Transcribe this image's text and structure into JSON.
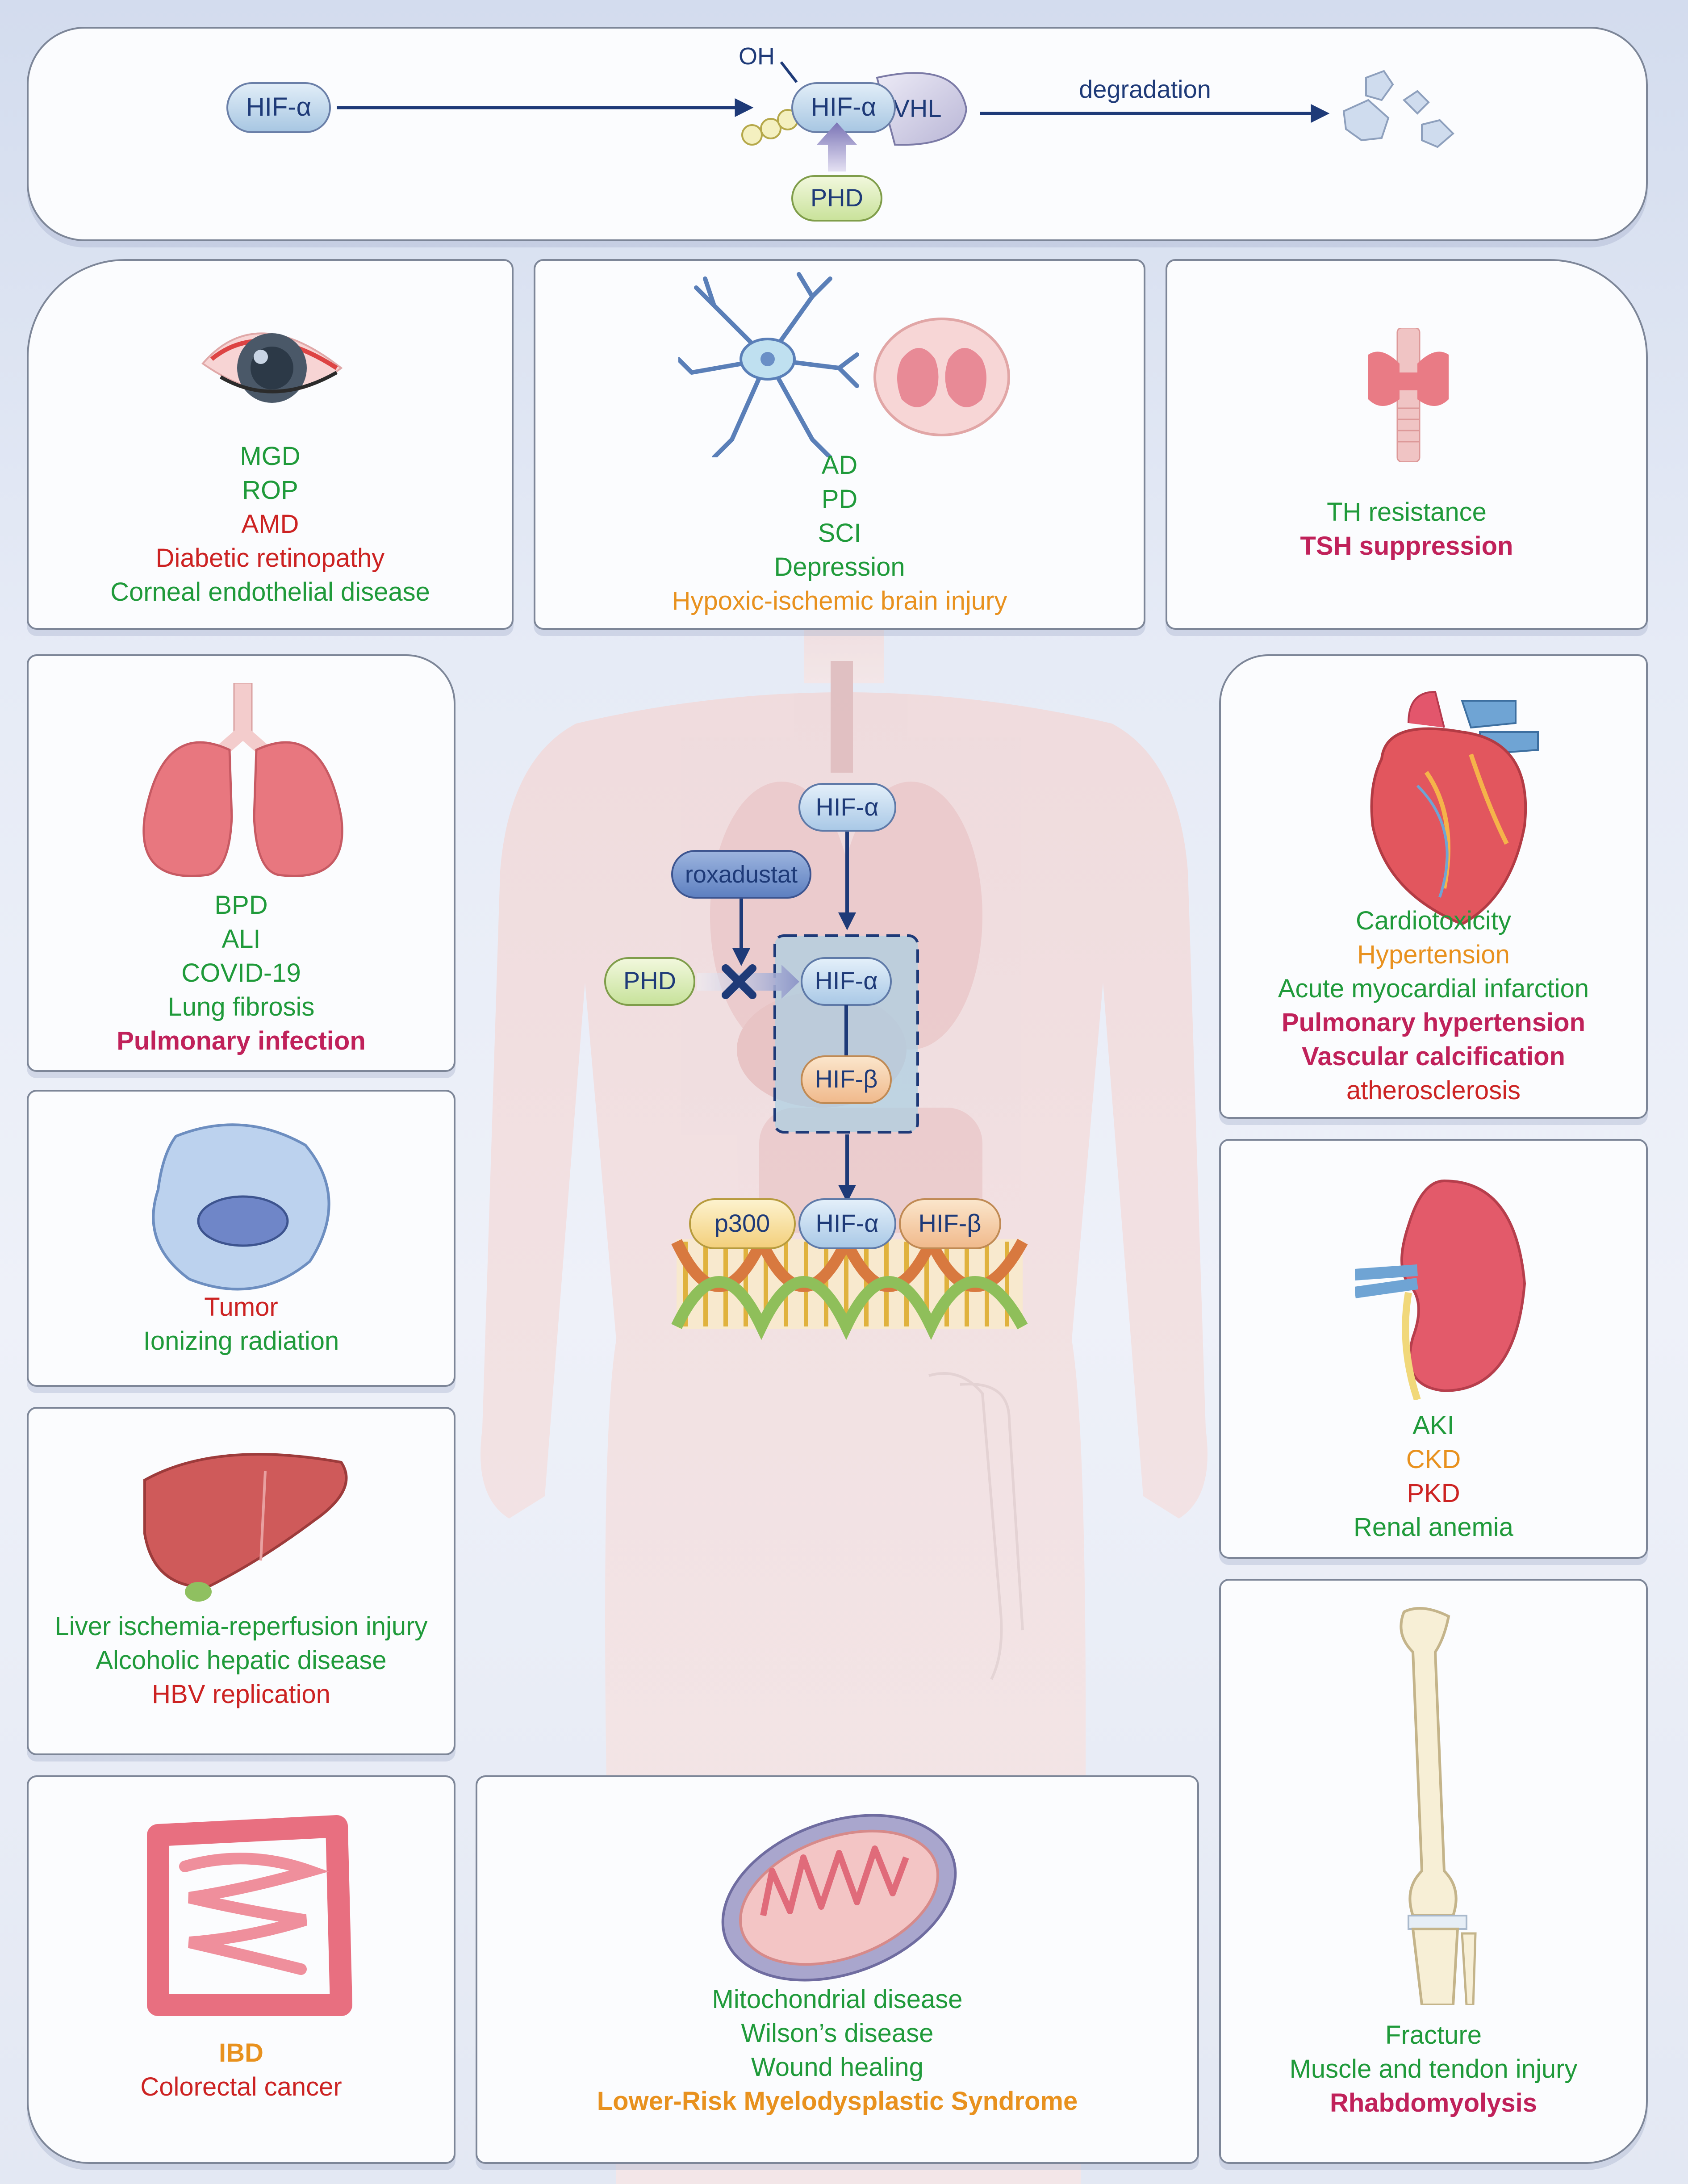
{
  "top_pathway": {
    "hif_alpha": "HIF-α",
    "oh": "OH",
    "complex_hif": "HIF-α",
    "complex_vhl": "VHL",
    "phd": "PHD",
    "degradation": "degradation"
  },
  "center": {
    "hif_alpha_top": "HIF-α",
    "roxadustat": "roxadustat",
    "phd": "PHD",
    "hif_alpha_box": "HIF-α",
    "hif_beta_box": "HIF-β",
    "p300": "p300",
    "hif_alpha_dna": "HIF-α",
    "hif_beta_dna": "HIF-β"
  },
  "eye": {
    "icon": "eye-icon",
    "items": [
      {
        "text": "MGD",
        "color": "green"
      },
      {
        "text": "ROP",
        "color": "green"
      },
      {
        "text": "AMD",
        "color": "red"
      },
      {
        "text": "Diabetic retinopathy",
        "color": "red"
      },
      {
        "text": "Corneal endothelial disease",
        "color": "green"
      }
    ]
  },
  "brain": {
    "icon": "neuron-icon",
    "items": [
      {
        "text": "AD",
        "color": "green"
      },
      {
        "text": "PD",
        "color": "green"
      },
      {
        "text": "SCI",
        "color": "green"
      },
      {
        "text": "Depression",
        "color": "green"
      },
      {
        "text": "Hypoxic-ischemic brain injury",
        "color": "orange"
      }
    ]
  },
  "thyroid": {
    "icon": "thyroid-icon",
    "items": [
      {
        "text": "TH resistance",
        "color": "green"
      },
      {
        "text": "TSH suppression",
        "color": "magenta-bold"
      }
    ]
  },
  "lung": {
    "icon": "lung-icon",
    "items": [
      {
        "text": "BPD",
        "color": "green"
      },
      {
        "text": "ALI",
        "color": "green"
      },
      {
        "text": "COVID-19",
        "color": "green"
      },
      {
        "text": "Lung fibrosis",
        "color": "green"
      },
      {
        "text": "Pulmonary infection",
        "color": "magenta-bold"
      }
    ]
  },
  "heart": {
    "icon": "heart-icon",
    "items": [
      {
        "text": "Cardiotoxicity",
        "color": "green"
      },
      {
        "text": "Hypertension",
        "color": "orange"
      },
      {
        "text": "Acute myocardial infarction",
        "color": "green"
      },
      {
        "text": "Pulmonary hypertension",
        "color": "magenta-bold"
      },
      {
        "text": "Vascular calcification",
        "color": "magenta-bold"
      },
      {
        "text": "atherosclerosis",
        "color": "red"
      }
    ]
  },
  "tumor": {
    "icon": "cell-icon",
    "items": [
      {
        "text": "Tumor",
        "color": "red"
      },
      {
        "text": "Ionizing radiation",
        "color": "green"
      }
    ]
  },
  "kidney": {
    "icon": "kidney-icon",
    "items": [
      {
        "text": "AKI",
        "color": "green"
      },
      {
        "text": "CKD",
        "color": "orange"
      },
      {
        "text": "PKD",
        "color": "red"
      },
      {
        "text": "Renal anemia",
        "color": "green"
      }
    ]
  },
  "liver": {
    "icon": "liver-icon",
    "items": [
      {
        "text": "Liver ischemia-reperfusion injury",
        "color": "green"
      },
      {
        "text": "Alcoholic hepatic disease",
        "color": "green"
      },
      {
        "text": "HBV replication",
        "color": "red"
      }
    ]
  },
  "intestine": {
    "icon": "intestine-icon",
    "items": [
      {
        "text": "IBD",
        "color": "orange-bold"
      },
      {
        "text": "Colorectal cancer",
        "color": "red"
      }
    ]
  },
  "mito": {
    "icon": "mitochondria-icon",
    "items": [
      {
        "text": "Mitochondrial disease",
        "color": "green"
      },
      {
        "text": "Wilson’s disease",
        "color": "green"
      },
      {
        "text": "Wound healing",
        "color": "green"
      },
      {
        "text": "Lower-Risk Myelodysplastic Syndrome",
        "color": "orange-bold"
      }
    ]
  },
  "bone": {
    "icon": "bone-icon",
    "items": [
      {
        "text": "Fracture",
        "color": "green"
      },
      {
        "text": "Muscle and tendon injury",
        "color": "green"
      },
      {
        "text": "Rhabdomyolysis",
        "color": "magenta-bold"
      }
    ]
  },
  "colors": {
    "green": "#1f9a3a",
    "red": "#cc2222",
    "orange": "#e8911e",
    "magenta": "#c0215a",
    "navy": "#1e3a78",
    "panel_border": "#7d8698"
  }
}
